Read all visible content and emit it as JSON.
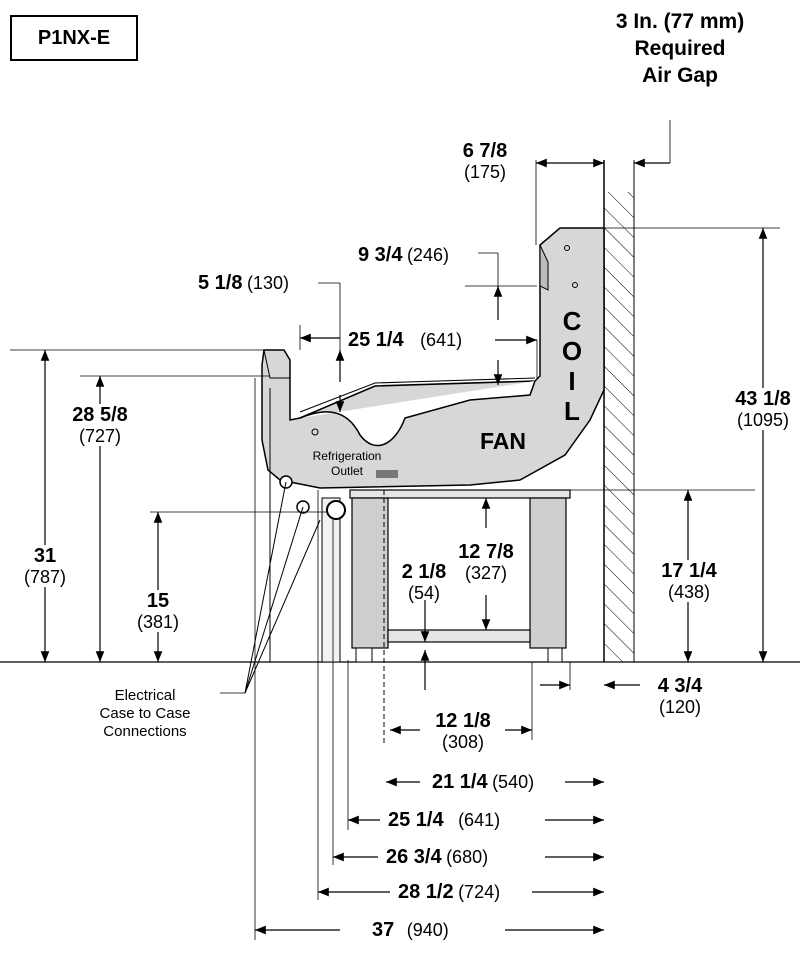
{
  "model": "P1NX-E",
  "air_gap": {
    "line1": "3 In. (77 mm)",
    "line2": "Required",
    "line3": "Air Gap"
  },
  "components": {
    "coil": [
      "C",
      "O",
      "I",
      "L"
    ],
    "fan": "FAN",
    "refrigeration_outlet": [
      "Refrigeration",
      "Outlet"
    ]
  },
  "note": {
    "lines": [
      "Electrical",
      "Case to Case",
      "Connections"
    ]
  },
  "dims": {
    "d6_7_8": {
      "in": "6 7/8",
      "mm": "(175)"
    },
    "d9_3_4": {
      "in": "9 3/4",
      "mm": "(246)"
    },
    "d5_1_8": {
      "in": "5 1/8",
      "mm": "(130)"
    },
    "d25_1_4_top": {
      "in": "25 1/4",
      "mm": "(641)"
    },
    "d28_5_8": {
      "in": "28 5/8",
      "mm": "(727)"
    },
    "d31": {
      "in": "31",
      "mm": "(787)"
    },
    "d15": {
      "in": "15",
      "mm": "(381)"
    },
    "d43_1_8": {
      "in": "43 1/8",
      "mm": "(1095)"
    },
    "d17_1_4": {
      "in": "17 1/4",
      "mm": "(438)"
    },
    "d12_7_8": {
      "in": "12 7/8",
      "mm": "(327)"
    },
    "d2_1_8": {
      "in": "2 1/8",
      "mm": "(54)"
    },
    "d4_3_4": {
      "in": "4 3/4",
      "mm": "(120)"
    },
    "d12_1_8": {
      "in": "12 1/8",
      "mm": "(308)"
    },
    "d21_1_4": {
      "in": "21 1/4",
      "mm": "(540)"
    },
    "d25_1_4_bottom": {
      "in": "25 1/4",
      "mm": "(641)"
    },
    "d26_3_4": {
      "in": "26 3/4",
      "mm": "(680)"
    },
    "d28_1_2": {
      "in": "28 1/2",
      "mm": "(724)"
    },
    "d37": {
      "in": "37",
      "mm": "(940)"
    }
  }
}
